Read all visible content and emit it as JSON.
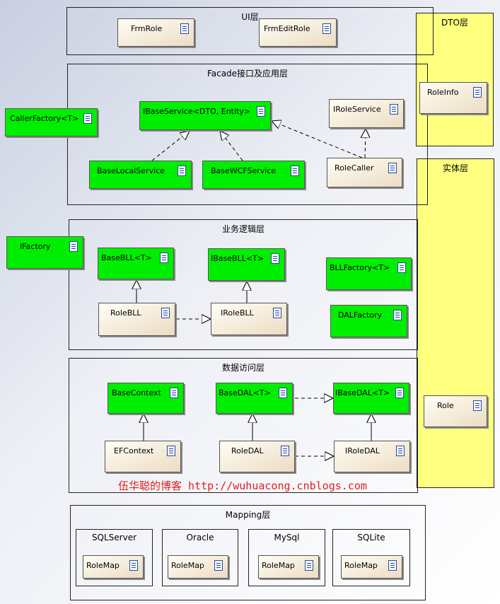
{
  "layers": {
    "ui": "UI层",
    "facade": "Facade接口及应用层",
    "bll": "业务逻辑层",
    "dal": "数据访问层",
    "mapping": "Mapping层",
    "dto": "DTO层",
    "entity": "实体层"
  },
  "mapping_groups": [
    "SQLServer",
    "Oracle",
    "MySql",
    "SQLite"
  ],
  "classes": {
    "frm_role": "FrmRole",
    "frm_edit_role": "FrmEditRole",
    "role_info": "RoleInfo",
    "caller_factory": "CallerFactory<T>",
    "ibase_service": "IBaseService<DTO, Entity>",
    "irole_service": "IRoleService",
    "base_local_service": "BaseLocalService",
    "base_wcf_service": "BaseWCFService",
    "role_caller": "RoleCaller",
    "ifactory": "IFactory",
    "base_bll": "BaseBLL<T>",
    "ibase_bll": "IBaseBLL<T>",
    "bll_factory": "BLLFactory<T>",
    "role_bll": "RoleBLL",
    "irole_bll": "IRoleBLL",
    "dal_factory": "DALFactory",
    "base_context": "BaseContext",
    "base_dal": "BaseDAL<T>",
    "ibase_dal": "IBaseDAL<T>",
    "ef_context": "EFContext",
    "role_dal": "RoleDAL",
    "irole_dal": "IRoleDAL",
    "role": "Role",
    "role_map": "RoleMap"
  },
  "watermark": "伍华聪的博客 http://wuhuacong.cnblogs.com"
}
